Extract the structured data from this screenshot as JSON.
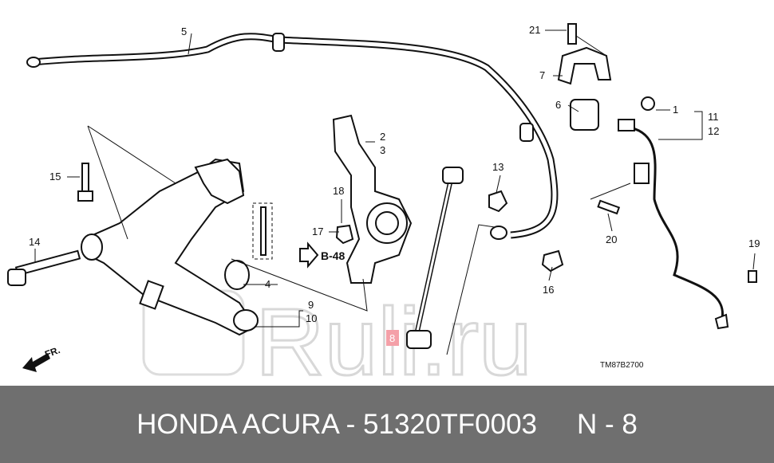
{
  "diagram": {
    "callouts": [
      "1",
      "2",
      "3",
      "4",
      "5",
      "6",
      "7",
      "8",
      "9",
      "10",
      "11",
      "12",
      "13",
      "14",
      "15",
      "16",
      "17",
      "18",
      "19",
      "20",
      "21"
    ],
    "reference": "B-48",
    "direction": "FR.",
    "drawing_code": "TM87B2700",
    "highlighted_callout": "8",
    "highlight_color": "#f4a0a8",
    "watermark": "Ruli.ru"
  },
  "footer": {
    "part_title": "HONDA ACURA - 51320TF0003",
    "position": "N - 8",
    "background": "#6f6f6f"
  }
}
